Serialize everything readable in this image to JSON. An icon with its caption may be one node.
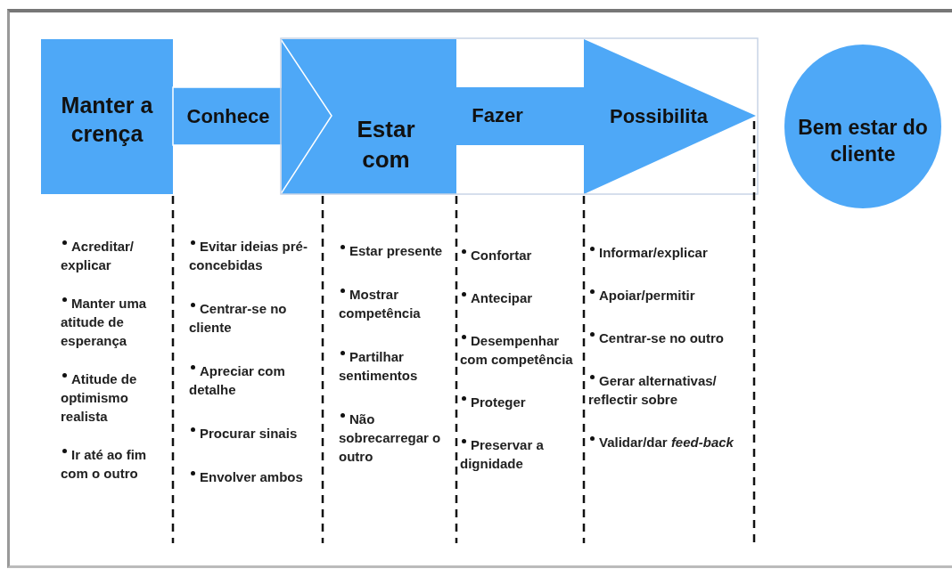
{
  "diagram": {
    "nodes": [
      {
        "text": [
          "Manter a crença"
        ],
        "beside": [
          "Acreditar/ explicar",
          "Manter uma atitude de esperança",
          "Atitude de optimismo realista",
          "Ir até ao fim com o outro"
        ]
      },
      {
        "text": [
          "Conhece"
        ],
        "beside": [
          "Evitar ideias pré-concebidas",
          "Centrar-se no cliente",
          "Apreciar com detalhe",
          "Procurar sinais",
          "Envolver ambos"
        ]
      },
      {
        "text": [
          "Estar com"
        ],
        "beside": [
          "Estar presente",
          "Mostrar competência",
          "Partilhar sentimentos",
          "Não sobrecarregar o outro"
        ]
      },
      {
        "text": [
          "Fazer"
        ],
        "beside": [
          "Confortar",
          "Antecipar",
          "Desempenhar com competência",
          "Proteger",
          "Preservar a dignidade"
        ]
      },
      {
        "text": [
          "Possibilita"
        ],
        "beside": [
          "Informar/explicar",
          "Apoiar/permitir",
          "Centrar-se no outro",
          "Gerar alternativas/ reflectir sobre",
          "Validar/dar *feed-back*"
        ]
      },
      {
        "text": [
          "Bem estar do cliente"
        ]
      }
    ]
  }
}
